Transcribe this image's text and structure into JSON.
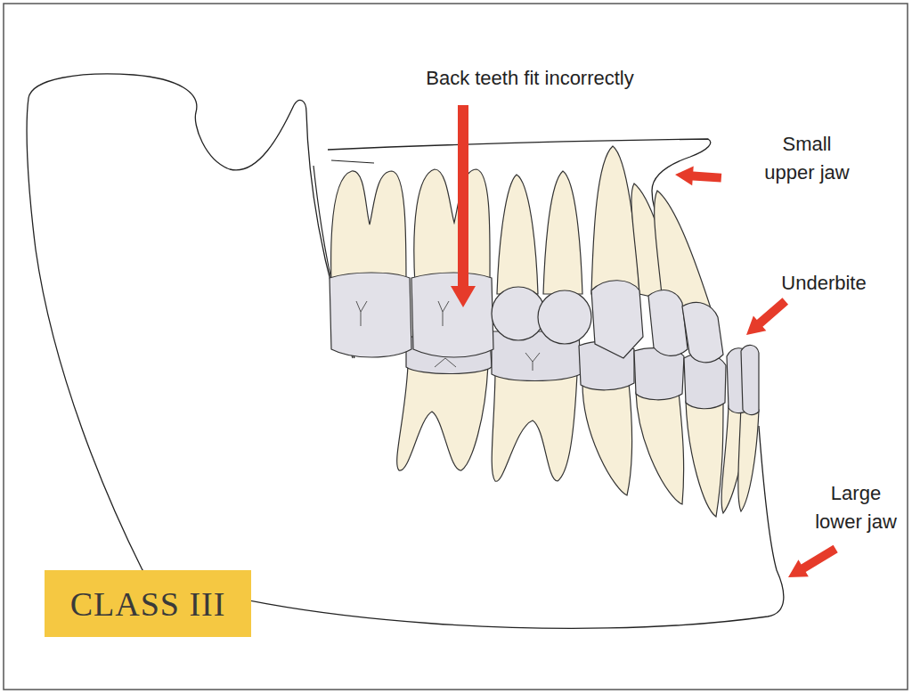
{
  "diagram": {
    "nodes": [
      {
        "text": [
          "CLASS III"
        ]
      }
    ],
    "labels": [
      "Back teeth fit incorrectly",
      "Small upper jaw",
      "Underbite",
      "Large lower jaw"
    ]
  }
}
